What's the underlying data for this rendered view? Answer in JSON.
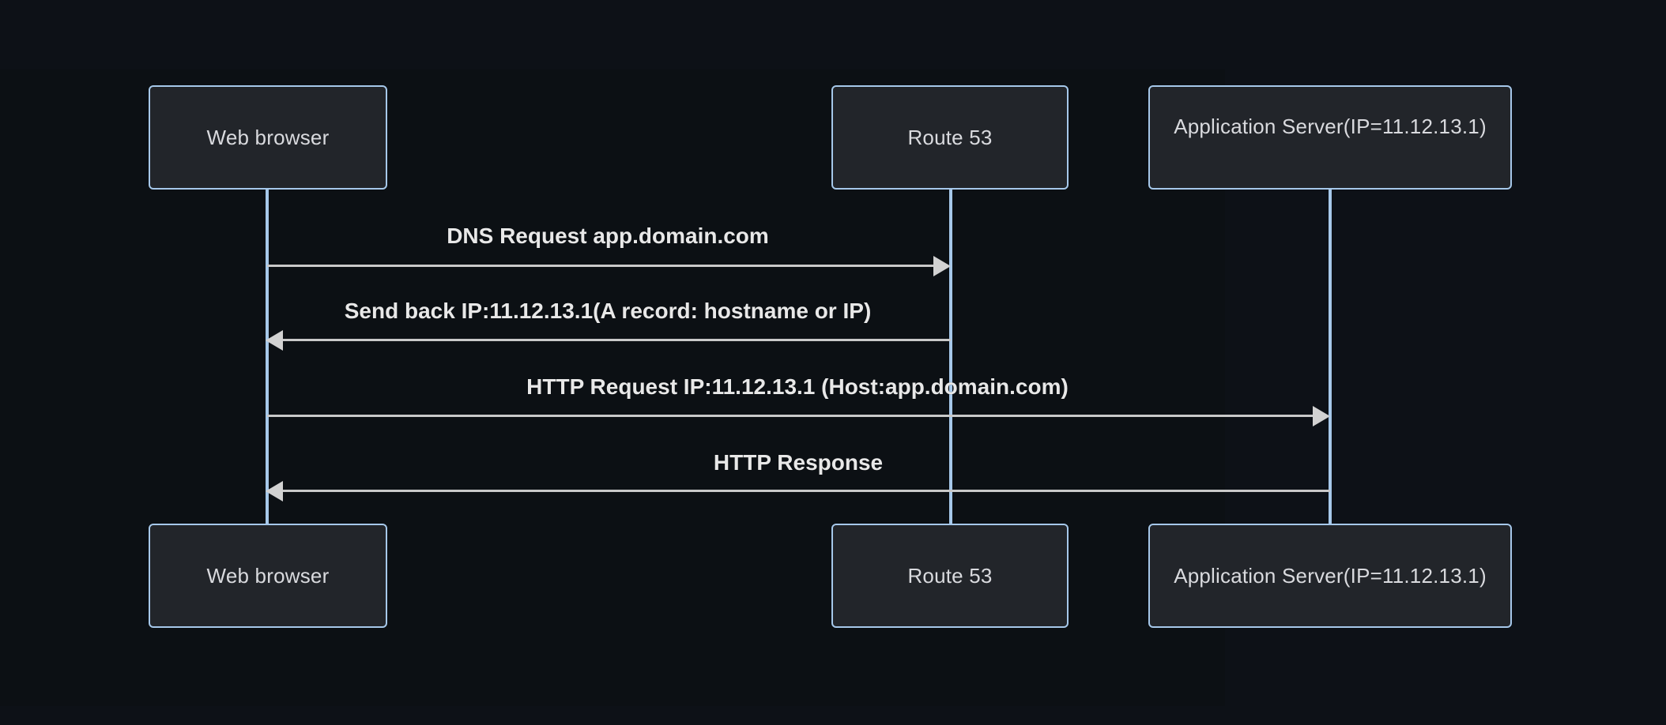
{
  "diagram": {
    "type": "sequence-diagram",
    "background_color": "#0d1117",
    "box_fill_color": "#22252a",
    "box_border_color": "#a6c8ea",
    "lifeline_color": "#a6c8ea",
    "arrow_color": "#c9c9c9",
    "text_color": "#d9dade",
    "participants": [
      {
        "id": "browser",
        "label": "Web browser"
      },
      {
        "id": "route53",
        "label": "Route 53"
      },
      {
        "id": "appserver",
        "label": "Application Server(IP=11.12.13.1)"
      }
    ],
    "participants_bottom": [
      {
        "id": "browser",
        "label": "Web browser"
      },
      {
        "id": "route53",
        "label": "Route 53"
      },
      {
        "id": "appserver",
        "label": "Application Server(IP=11.12.13.1)"
      }
    ],
    "messages": [
      {
        "index": 1,
        "label": "DNS Request app.domain.com",
        "from": "browser",
        "to": "route53",
        "direction": "right"
      },
      {
        "index": 2,
        "label": "Send back IP:11.12.13.1(A record: hostname or IP)",
        "from": "route53",
        "to": "browser",
        "direction": "left"
      },
      {
        "index": 3,
        "label": "HTTP Request IP:11.12.13.1 (Host:app.domain.com)",
        "from": "browser",
        "to": "appserver",
        "direction": "right"
      },
      {
        "index": 4,
        "label": "HTTP Response",
        "from": "appserver",
        "to": "browser",
        "direction": "left"
      }
    ]
  }
}
